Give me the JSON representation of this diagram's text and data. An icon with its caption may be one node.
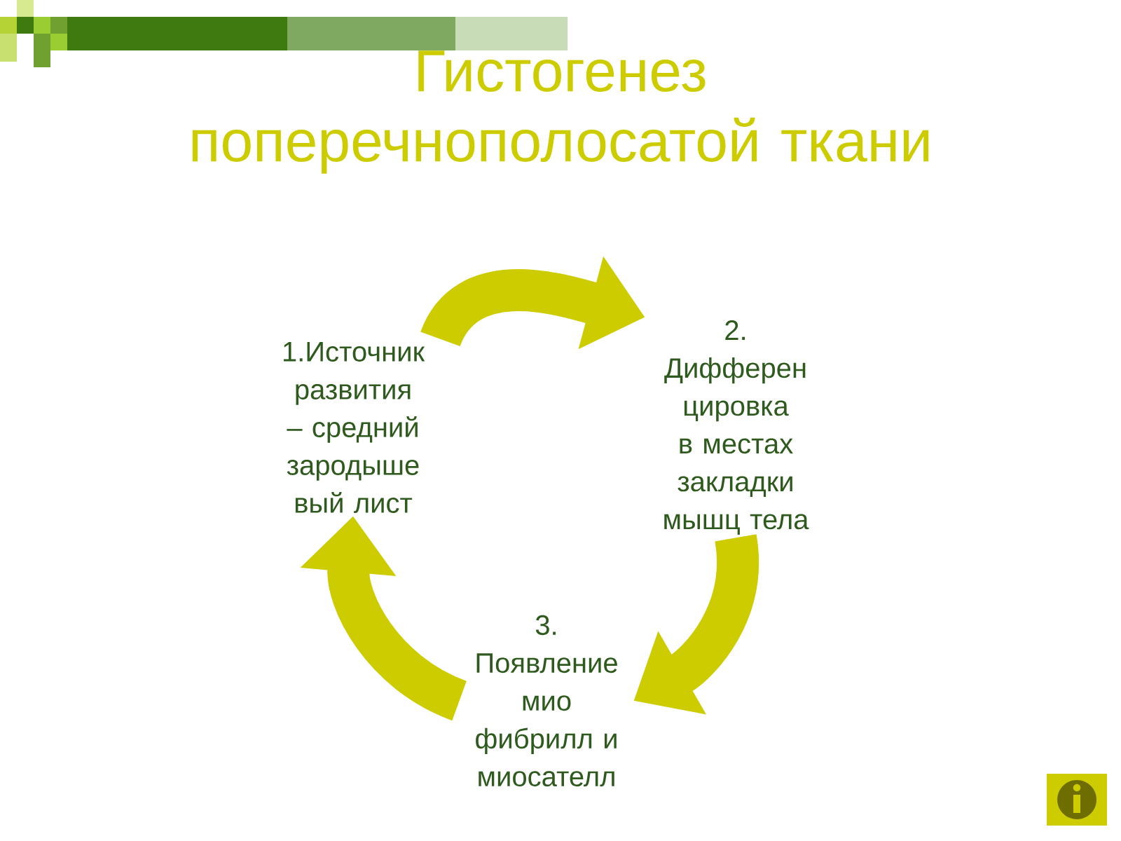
{
  "diagram": {
    "title": "Гистогенез поперечнополосатой ткани",
    "nodes": [
      {
        "text": [
          "1.Источник развития – средний зародыше вый лист"
        ]
      },
      {
        "text": [
          "2. Дифферен цировка в местах закладки мышц тела"
        ]
      },
      {
        "text": [
          "3. Появление мио фибрилл и миосателл"
        ]
      }
    ],
    "edges": [
      {
        "from": 0,
        "to": 1,
        "arrow": "to"
      },
      {
        "from": 1,
        "to": 2,
        "arrow": "to"
      },
      {
        "from": 2,
        "to": 0,
        "arrow": "to"
      }
    ]
  }
}
